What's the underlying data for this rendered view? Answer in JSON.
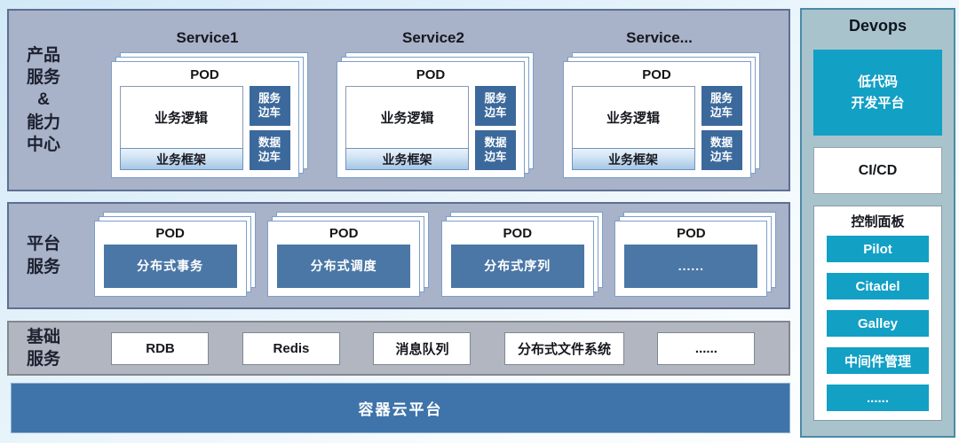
{
  "product_row": {
    "label_lines": [
      "产品",
      "服务",
      "&",
      "能力",
      "中心"
    ],
    "services": [
      {
        "name": "Service1",
        "pod": "POD",
        "logic": "业务逻辑",
        "frame": "业务框架",
        "sidecars": [
          {
            "lines": [
              "服务",
              "边车"
            ]
          },
          {
            "lines": [
              "数据",
              "边车"
            ]
          }
        ]
      },
      {
        "name": "Service2",
        "pod": "POD",
        "logic": "业务逻辑",
        "frame": "业务框架",
        "sidecars": [
          {
            "lines": [
              "服务",
              "边车"
            ]
          },
          {
            "lines": [
              "数据",
              "边车"
            ]
          }
        ]
      },
      {
        "name": "Service...",
        "pod": "POD",
        "logic": "业务逻辑",
        "frame": "业务框架",
        "sidecars": [
          {
            "lines": [
              "服务",
              "边车"
            ]
          },
          {
            "lines": [
              "数据",
              "边车"
            ]
          }
        ]
      }
    ]
  },
  "platform_row": {
    "label_lines": [
      "平台",
      "服务"
    ],
    "pods": [
      {
        "pod": "POD",
        "name": "分布式事务"
      },
      {
        "pod": "POD",
        "name": "分布式调度"
      },
      {
        "pod": "POD",
        "name": "分布式序列"
      },
      {
        "pod": "POD",
        "name": "......"
      }
    ]
  },
  "infra_row": {
    "label_lines": [
      "基础",
      "服务"
    ],
    "items": [
      "RDB",
      "Redis",
      "消息队列",
      "分布式文件系统",
      "......"
    ]
  },
  "container_platform": {
    "label": "容器云平台"
  },
  "devops": {
    "title": "Devops",
    "lowcode_lines": [
      "低代码",
      "开发平台"
    ],
    "cicd": "CI/CD",
    "control_panel": {
      "title": "控制面板",
      "items": [
        "Pilot",
        "Citadel",
        "Galley",
        "中间件管理",
        "......"
      ]
    }
  },
  "colors": {
    "row_background": "#a8b2c8",
    "infra_background": "#b1b6c0",
    "sidecar_blue": "#3c699c",
    "platform_blue": "#4b77a6",
    "container_bar_blue": "#3e74a9",
    "devops_background": "#a9c3cc",
    "teal_accent": "#12a0c5"
  }
}
